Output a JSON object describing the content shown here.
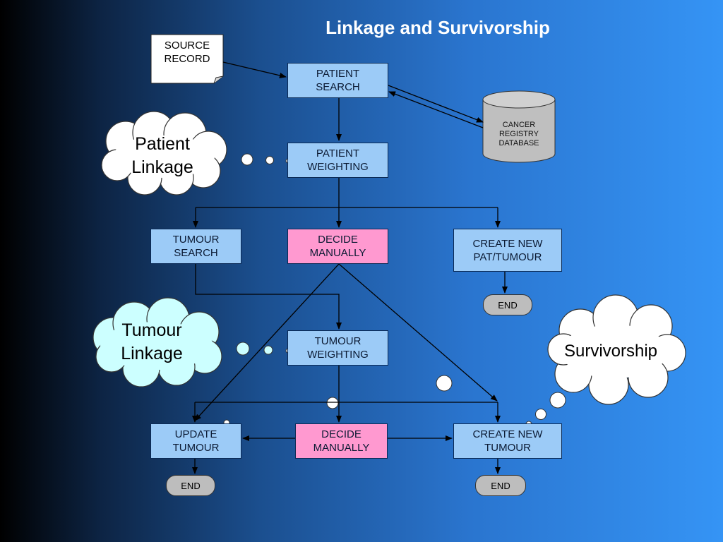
{
  "title": "Linkage and Survivorship",
  "nodes": {
    "source_record": "SOURCE\nRECORD",
    "patient_search": "PATIENT\nSEARCH",
    "database": "CANCER\nREGISTRY\nDATABASE",
    "patient_weighting": "PATIENT\nWEIGHTING",
    "tumour_search": "TUMOUR\nSEARCH",
    "decide_manually_1": "DECIDE\nMANUALLY",
    "create_new_pat_tumour": "CREATE NEW\nPAT/TUMOUR",
    "end_1": "END",
    "tumour_weighting": "TUMOUR\nWEIGHTING",
    "update_tumour": "UPDATE\nTUMOUR",
    "decide_manually_2": "DECIDE\nMANUALLY",
    "create_new_tumour": "CREATE NEW\nTUMOUR",
    "end_2": "END",
    "end_3": "END"
  },
  "clouds": {
    "patient_linkage": "Patient\nLinkage",
    "tumour_linkage": "Tumour\nLinkage",
    "survivorship": "Survivorship"
  },
  "colors": {
    "box_blue": "#9ccbf7",
    "box_pink": "#ff99d0",
    "tumour_cloud": "#ccffff",
    "cloud_white": "#ffffff",
    "end_grey": "#bdbdbd"
  }
}
